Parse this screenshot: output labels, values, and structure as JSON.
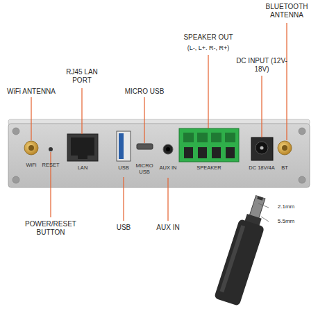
{
  "diagram": {
    "labels": [
      "WiFi ANTENNA",
      "RJ45 LAN PORT",
      "MICRO USB",
      "SPEAKER OUT",
      "(L-, L+. R-, R+)",
      "BLUETOOTH ANTENNA",
      "DC INPUT (12V-18V)",
      "WiFi",
      "RESET",
      "LAN",
      "USB",
      "MICRO USB",
      "AUX IN",
      "SPEAKER",
      "DC 18V/4A",
      "BT",
      "POWER/RESET BUTTON",
      "USB",
      "AUX IN",
      "2.1mm",
      "5.5mm"
    ]
  }
}
